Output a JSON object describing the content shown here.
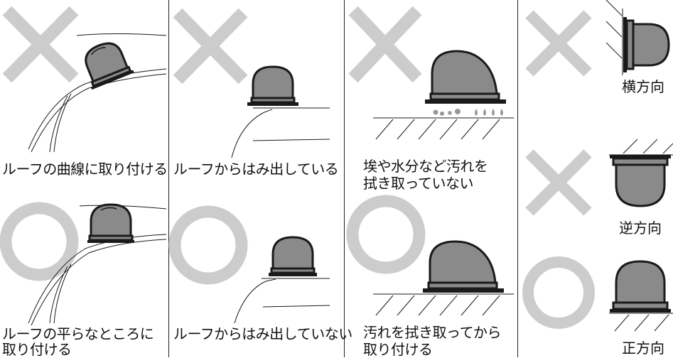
{
  "colors": {
    "mark": "#cccccc",
    "lamp_fill": "#8a8a8a",
    "outline": "#1a1a1a",
    "text": "#111111"
  },
  "icons": [
    "x-mark-icon",
    "circle-mark-icon",
    "beacon-lamp-icon",
    "dust-icon",
    "water-drop-icon"
  ],
  "panels": [
    {
      "bad_caption": "ルーフの曲線に取り付ける",
      "good_caption_line1": "ルーフの平らなところに",
      "good_caption_line2": "取り付ける"
    },
    {
      "bad_caption": "ルーフからはみ出している",
      "good_caption": "ルーフからはみ出していない"
    },
    {
      "bad_caption_line1": "埃や水分など汚れを",
      "bad_caption_line2": "拭き取っていない",
      "good_caption_line1": "汚れを拭き取ってから",
      "good_caption_line2": "取り付ける"
    },
    {
      "sideways_caption": "横方向",
      "upside_down_caption": "逆方向",
      "upright_caption": "正方向"
    }
  ]
}
